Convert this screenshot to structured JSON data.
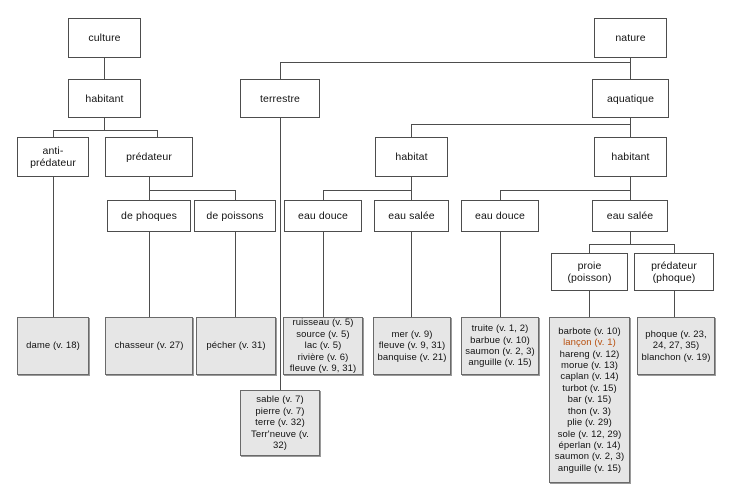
{
  "diagram": {
    "title": "culture / nature taxonomy tree",
    "type": "tree-diagram",
    "colors": {
      "leaf_fill": "#e6e6e6",
      "node_fill": "#ffffff",
      "border": "#4d4d4d",
      "text": "#111111",
      "highlight": "#b8500f"
    },
    "nodes": {
      "culture": "culture",
      "nature": "nature",
      "habitant_culture": "habitant",
      "terrestre": "terrestre",
      "aquatique": "aquatique",
      "anti_predateur": "anti-\nprédateur",
      "predateur_culture": "prédateur",
      "habitat_terrestre": "habitat",
      "habitant_aquatique": "habitant",
      "de_phoques": "de phoques",
      "de_poissons": "de poissons",
      "eau_douce_terrestre": "eau douce",
      "eau_salee_terrestre": "eau salée",
      "eau_douce_aquatique": "eau douce",
      "eau_salee_aquatique": "eau salée",
      "proie_poisson": "proie\n(poisson)",
      "predateur_phoque": "prédateur\n(phoque)"
    },
    "leaves": {
      "dame": "dame (v. 18)",
      "chasseur": "chasseur (v. 27)",
      "pecher": "pécher (v. 31)",
      "eau_douce_terrestre_items": "ruisseau (v. 5)\nsource (v. 5)\nlac (v. 5)\nrivière (v. 6)\nfleuve (v. 9, 31)",
      "terrestre_items": "sable (v. 7)\npierre (v. 7)\nterre (v. 32)\nTerr'neuve (v.\n32)",
      "eau_salee_terrestre_items": "mer (v. 9)\nfleuve (v. 9, 31)\nbanquise (v. 21)",
      "eau_douce_aquatique_items": "truite (v. 1, 2)\nbarbue (v. 10)\nsaumon (v. 2, 3)\nanguille (v. 15)",
      "proie_items_before": "barbote (v. 10)",
      "proie_items_highlight": "lançon (v. 1)",
      "proie_items_after": "hareng (v. 12)\nmorue (v. 13)\ncaplan (v. 14)\nturbot (v. 15)\nbar (v. 15)\nthon (v. 3)\nplie (v. 29)\nsole (v. 12, 29)\néperlan (v. 14)\nsaumon (v. 2, 3)\nanguille (v. 15)",
      "predateur_phoque_items": "phoque (v. 23,\n24, 27, 35)\nblanchon (v. 19)"
    }
  }
}
